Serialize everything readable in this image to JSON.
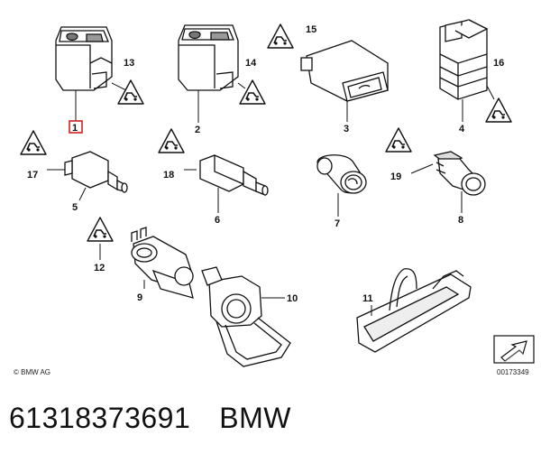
{
  "diagram": {
    "callouts": {
      "c1": "1",
      "c2": "2",
      "c3": "3",
      "c4": "4",
      "c5": "5",
      "c6": "6",
      "c7": "7",
      "c8": "8",
      "c9": "9",
      "c10": "10",
      "c11": "11",
      "c12": "12",
      "c13": "13",
      "c14": "14",
      "c15": "15",
      "c16": "16",
      "c17": "17",
      "c18": "18",
      "c19": "19"
    },
    "copyright": "© BMW AG",
    "catalog_number": "00173349",
    "highlight_color": "#d21f1f",
    "line_color": "#111111"
  },
  "footer": {
    "part_number": "61318373691",
    "brand": "BMW"
  }
}
